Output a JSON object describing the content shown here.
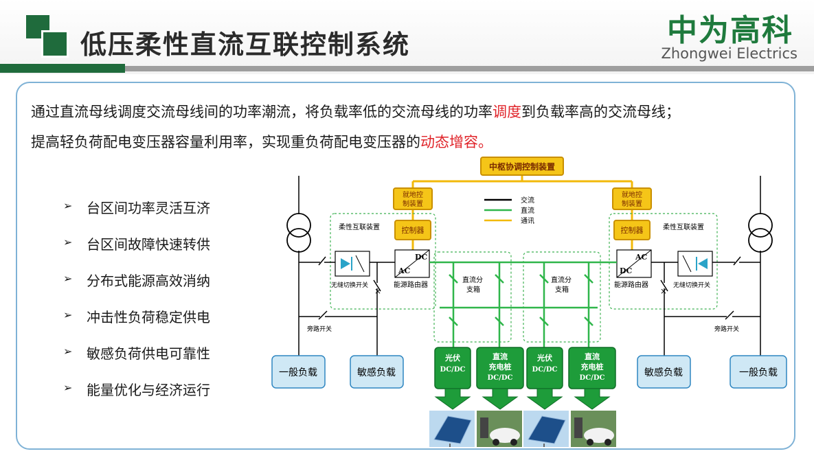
{
  "header": {
    "title": "低压柔性直流互联控制系统",
    "brand_cn": "中为高科",
    "brand_en": "Zhongwei Electrics"
  },
  "intro": {
    "line1_a": "通过直流母线调度交流母线间的功率潮流，将负载率低的交流母线的功率",
    "line1_hl": "调度",
    "line1_b": "到负载率高的交流母线；",
    "line2_a": "提高轻负荷配电变压器容量利用率，实现重负荷配电变压器的",
    "line2_hl": "动态增容。"
  },
  "bullets": [
    {
      "arrow": "➢",
      "text": "台区间功率灵活互济"
    },
    {
      "arrow": "➢",
      "text": "台区间故障快速转供"
    },
    {
      "arrow": "➢",
      "text": "分布式能源高效消纳"
    },
    {
      "arrow": "➢",
      "text": "冲击性负荷稳定供电"
    },
    {
      "arrow": "➢",
      "text": "敏感负荷供电可靠性"
    },
    {
      "arrow": "➢",
      "text": "能量优化与经济运行"
    }
  ],
  "diagram": {
    "central_controller": "中枢协调控制装置",
    "local_control_left": [
      "就地控",
      "制装置"
    ],
    "local_control_right": [
      "就地控",
      "制装置"
    ],
    "controller_left": "控制器",
    "controller_right": "控制器",
    "flex_device_left": "柔性互联装置",
    "flex_device_right": "柔性互联装置",
    "legend": {
      "ac": "交流",
      "dc": "直流",
      "comm": "通讯"
    },
    "ac_label": "AC",
    "dc_label": "DC",
    "router_left": "能源路由器",
    "router_right": "能源路由器",
    "seamless_switch_left": "无缝切换开关",
    "seamless_switch_right": "无缝切换开关",
    "bypass_left": "旁路开关",
    "bypass_right": "旁路开关",
    "dc_box_left": [
      "直流分",
      "支箱"
    ],
    "dc_box_right": [
      "直流分",
      "支箱"
    ],
    "general_load_left": "一般负载",
    "sensitive_load_left": "敏感负载",
    "sensitive_load_right": "敏感负载",
    "general_load_right": "一般负载",
    "pv_1": [
      "光伏",
      "DC/DC"
    ],
    "charger_1": [
      "直流",
      "充电桩",
      "DC/DC"
    ],
    "pv_2": [
      "光伏",
      "DC/DC"
    ],
    "charger_2": [
      "直流",
      "充电桩",
      "DC/DC"
    ],
    "colors": {
      "ac": "#000000",
      "dc": "#2fb64a",
      "comm": "#f2b90a",
      "ctrl_fill": "#f5c518",
      "load_fill": "#cfe8f5",
      "load_stroke": "#2e86c1",
      "module_fill": "#1e9c3a",
      "dashed": "#3cb050"
    }
  }
}
